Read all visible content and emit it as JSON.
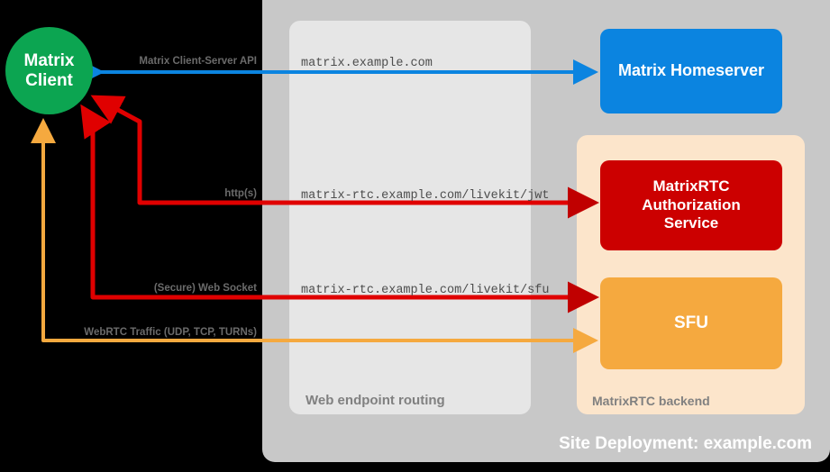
{
  "diagram": {
    "site": {
      "label": "Site Deployment: example.com",
      "bg_color": "#c8c8c8"
    },
    "panels": [
      {
        "id": "web-endpoint-routing",
        "label": "Web endpoint routing",
        "bg_color": "#e6e6e6"
      },
      {
        "id": "matrixrtc-backend",
        "label": "MatrixRTC backend",
        "bg_color": "#fce5cb"
      }
    ],
    "client": {
      "line1": "Matrix",
      "line2": "Client",
      "color": "#0ca551"
    },
    "services": [
      {
        "id": "matrix-homeserver",
        "label": "Matrix Homeserver",
        "color": "#0b84e0"
      },
      {
        "id": "matrixrtc-auth-service",
        "line1": "MatrixRTC",
        "line2": "Authorization",
        "line3": "Service",
        "color": "#cc0000"
      },
      {
        "id": "sfu-service",
        "label": "SFU",
        "color": "#f5a93f"
      }
    ],
    "endpoints": [
      {
        "id": "endpoint-matrix",
        "text": "matrix.example.com"
      },
      {
        "id": "endpoint-jwt",
        "text": "matrix-rtc.example.com/livekit/jwt"
      },
      {
        "id": "endpoint-sfu",
        "text": "matrix-rtc.example.com/livekit/sfu"
      }
    ],
    "connections": [
      {
        "id": "matrix-client-server-api",
        "label": "Matrix Client-Server API",
        "color": "#0b84e0"
      },
      {
        "id": "https",
        "label": "http(s)",
        "color": "#e00000"
      },
      {
        "id": "secure-web-socket",
        "label": "(Secure) Web Socket",
        "color": "#e00000"
      },
      {
        "id": "webrtc-traffic",
        "label": "WebRTC Traffic (UDP, TCP, TURNs)",
        "color": "#f5a93f"
      }
    ]
  }
}
